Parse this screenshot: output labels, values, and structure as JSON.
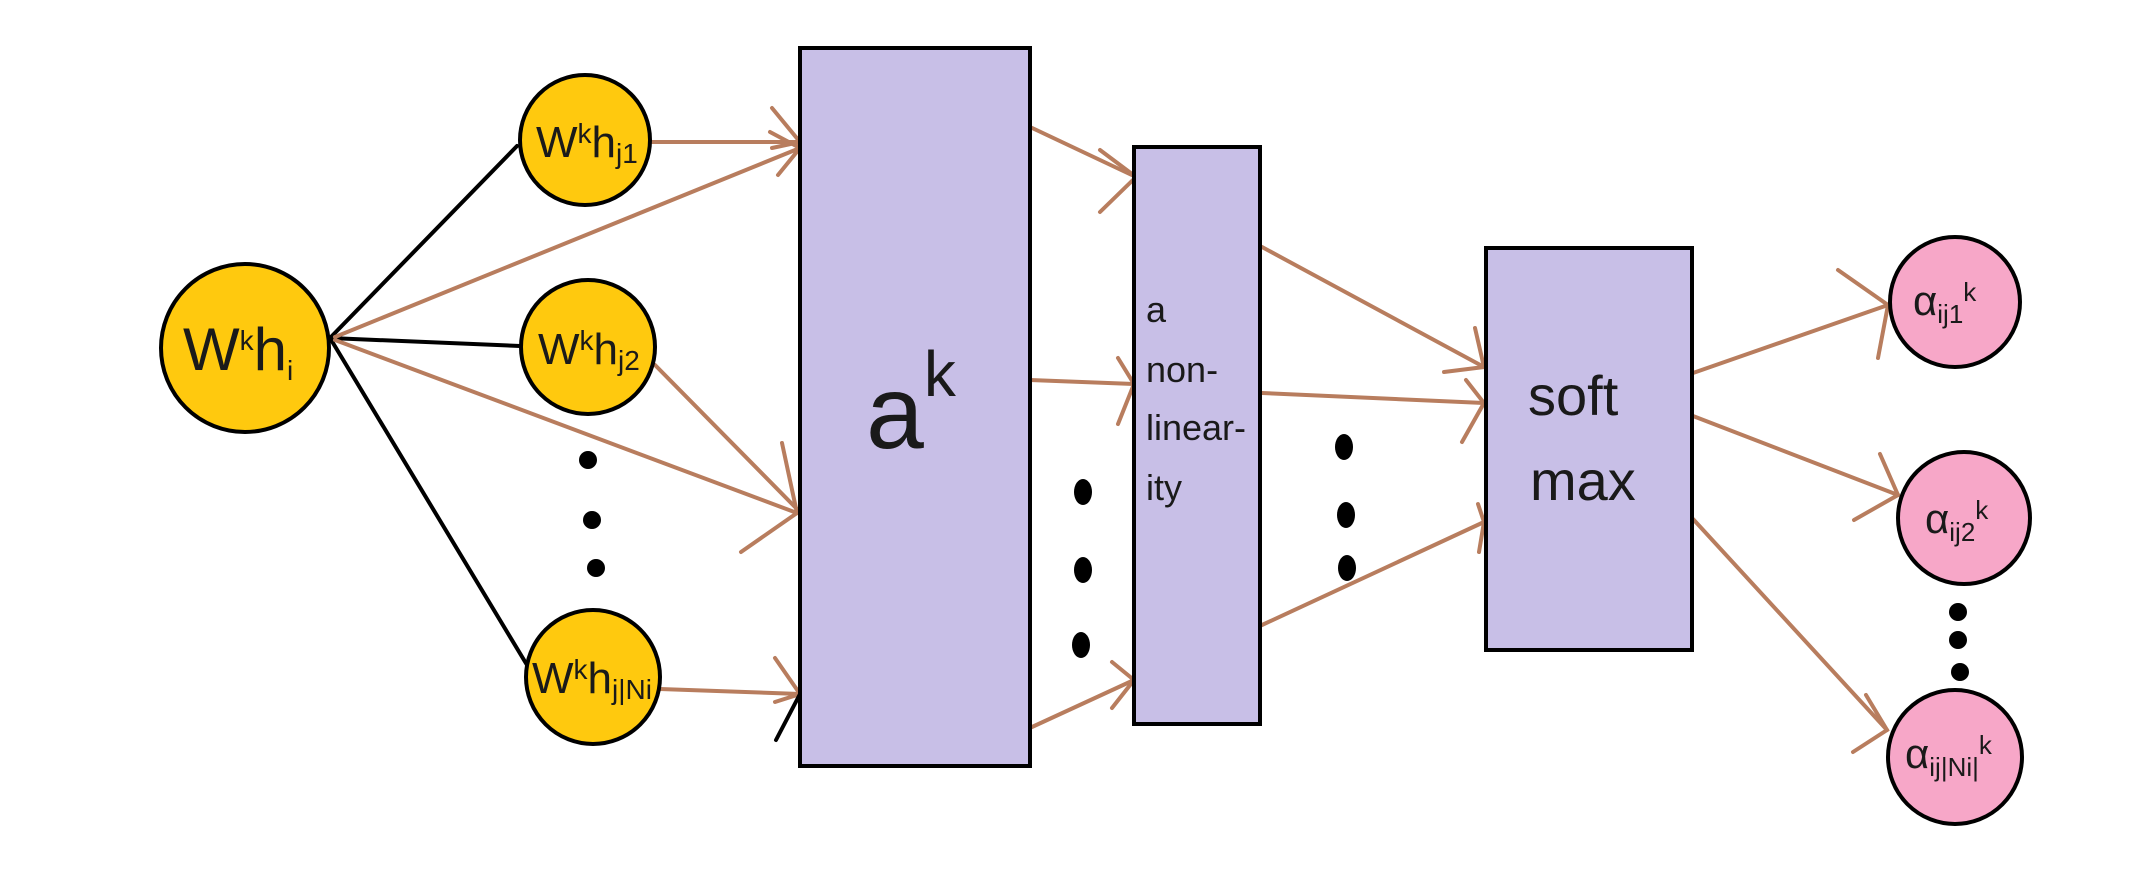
{
  "colors": {
    "gold_node": "#ffc90e",
    "pink_node": "#f7a7c8",
    "lavender_box": "#c8bfe7",
    "arrow": "#b87d5e",
    "outline": "#000000"
  },
  "source_node": {
    "main": "W",
    "sup": "k",
    "rest": "h",
    "sub": "i"
  },
  "neighbor_nodes": [
    {
      "main": "W",
      "sup": "k",
      "rest": "h",
      "sub": "j1"
    },
    {
      "main": "W",
      "sup": "k",
      "rest": "h",
      "sub": "j2"
    },
    {
      "main": "W",
      "sup": "k",
      "rest": "h",
      "sub": "j|Ni"
    }
  ],
  "attention_box": {
    "main": "a",
    "sup": "k"
  },
  "nonlinearity_box": {
    "lines": [
      "a",
      "non-",
      "linear-",
      "ity"
    ]
  },
  "softmax_box": {
    "lines": [
      "soft",
      "max"
    ]
  },
  "output_nodes": [
    {
      "main": "α",
      "sub": "ij1",
      "sup": "k"
    },
    {
      "main": "α",
      "sub": "ij2",
      "sup": "k"
    },
    {
      "main": "α",
      "sub": "ij|Ni|",
      "sup": "k"
    }
  ]
}
